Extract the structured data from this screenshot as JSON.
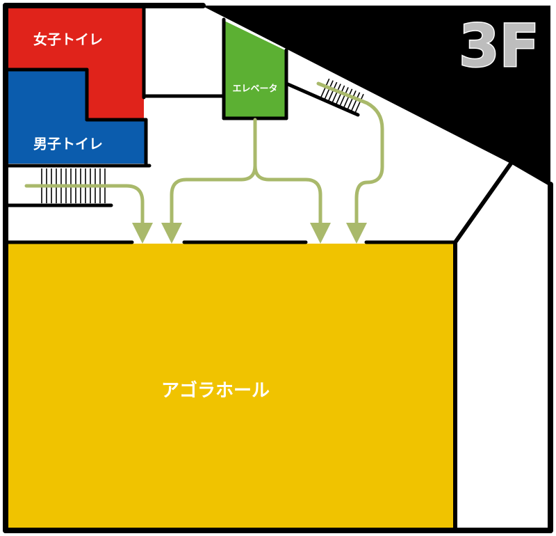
{
  "floor": {
    "label": "3F"
  },
  "rooms": {
    "womens_restroom": {
      "label": "女子トイレ",
      "color": "#e0231b"
    },
    "mens_restroom": {
      "label": "男子トイレ",
      "color": "#0b5cad"
    },
    "elevator": {
      "label": "エレベータ",
      "color": "#5cb033"
    },
    "agora_hall": {
      "label": "アゴラホール",
      "color": "#f0c300"
    }
  },
  "colors": {
    "wall": "#000000",
    "background": "#ffffff",
    "route": "#a9b96b",
    "floor_label": "#bdbdbd"
  },
  "icons": [
    "stairs-icon",
    "route-arrow-icon"
  ]
}
